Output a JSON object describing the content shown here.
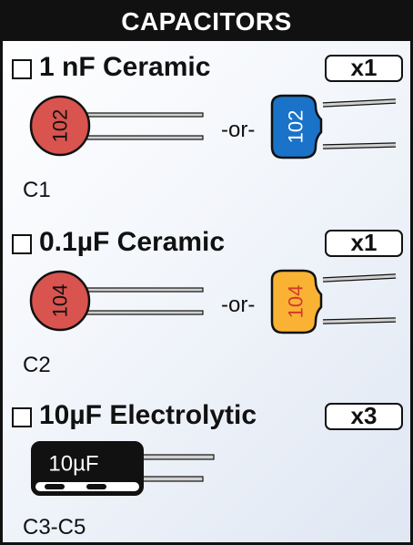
{
  "header": {
    "title": "CAPACITORS"
  },
  "sections": [
    {
      "title": "1 nF Ceramic",
      "qty": "x1",
      "ref": "C1",
      "or_label": "-or-",
      "disc_code": "102",
      "box_code": "102",
      "disc_color": "#d9534f",
      "box_color": "#1a73c8",
      "box_text_color": "#ffffff"
    },
    {
      "title": "0.1µF Ceramic",
      "qty": "x1",
      "ref": "C2",
      "or_label": "-or-",
      "disc_code": "104",
      "box_code": "104",
      "disc_color": "#d9534f",
      "box_color": "#f9b233",
      "box_text_color": "#d33a2c"
    },
    {
      "title": "10µF Electrolytic",
      "qty": "x3",
      "ref": "C3-C5",
      "body_label": "10µF",
      "body_color": "#111111"
    }
  ]
}
